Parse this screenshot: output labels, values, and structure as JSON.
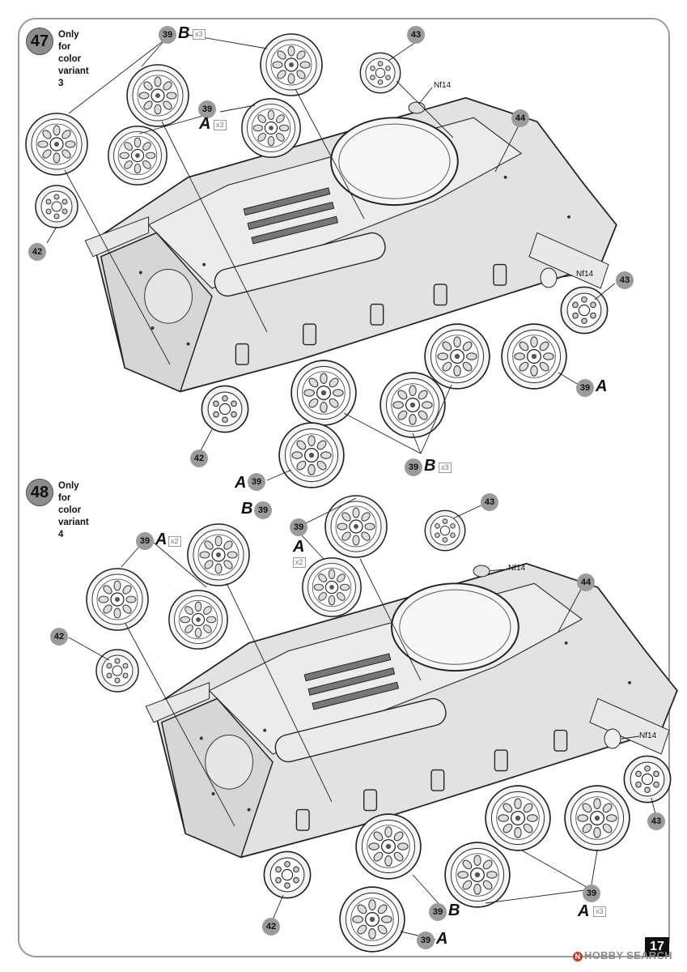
{
  "page_number": "17",
  "watermark": "HOBBY SEARCH",
  "steps": [
    {
      "number": "47",
      "note_line1": "Only for",
      "note_line2": "color variant 3",
      "callouts": {
        "wheel_b_top": {
          "part": "39",
          "letter": "B",
          "qty": "x3"
        },
        "wheel_a_top": {
          "part": "39",
          "letter": "A",
          "qty": "x3"
        },
        "hub_top": "43",
        "hatch_top": "44",
        "nf_top": "Nf14",
        "nf_right": "Nf14",
        "hub_right": "43",
        "wheel_a_right": {
          "part": "39",
          "letter": "A"
        },
        "hub_left": "42",
        "hub_bottom": "42",
        "wheel_a_bottom": {
          "part": "39",
          "letter": "A"
        },
        "wheel_b_bottom": {
          "part": "39",
          "letter": "B",
          "qty": "x3"
        }
      }
    },
    {
      "number": "48",
      "note_line1": "Only for",
      "note_line2": "color variant 4",
      "callouts": {
        "wheel_b_top": {
          "part": "39",
          "letter": "B"
        },
        "wheel_a_left": {
          "part": "39",
          "letter": "A",
          "qty": "x2"
        },
        "wheel_a_mid": {
          "part": "39",
          "letter": "A",
          "qty": "x2"
        },
        "hub_top": "43",
        "nf_top": "Nf14",
        "hatch_top": "44",
        "hub_left": "42",
        "nf_right": "Nf14",
        "hub_right": "43",
        "wheel_a_right": {
          "part": "39",
          "letter": "A",
          "qty": "x3"
        },
        "wheel_b_bottom": {
          "part": "39",
          "letter": "B"
        },
        "wheel_a_bottom": {
          "part": "39",
          "letter": "A"
        },
        "hub_bottom": "42"
      }
    }
  ]
}
